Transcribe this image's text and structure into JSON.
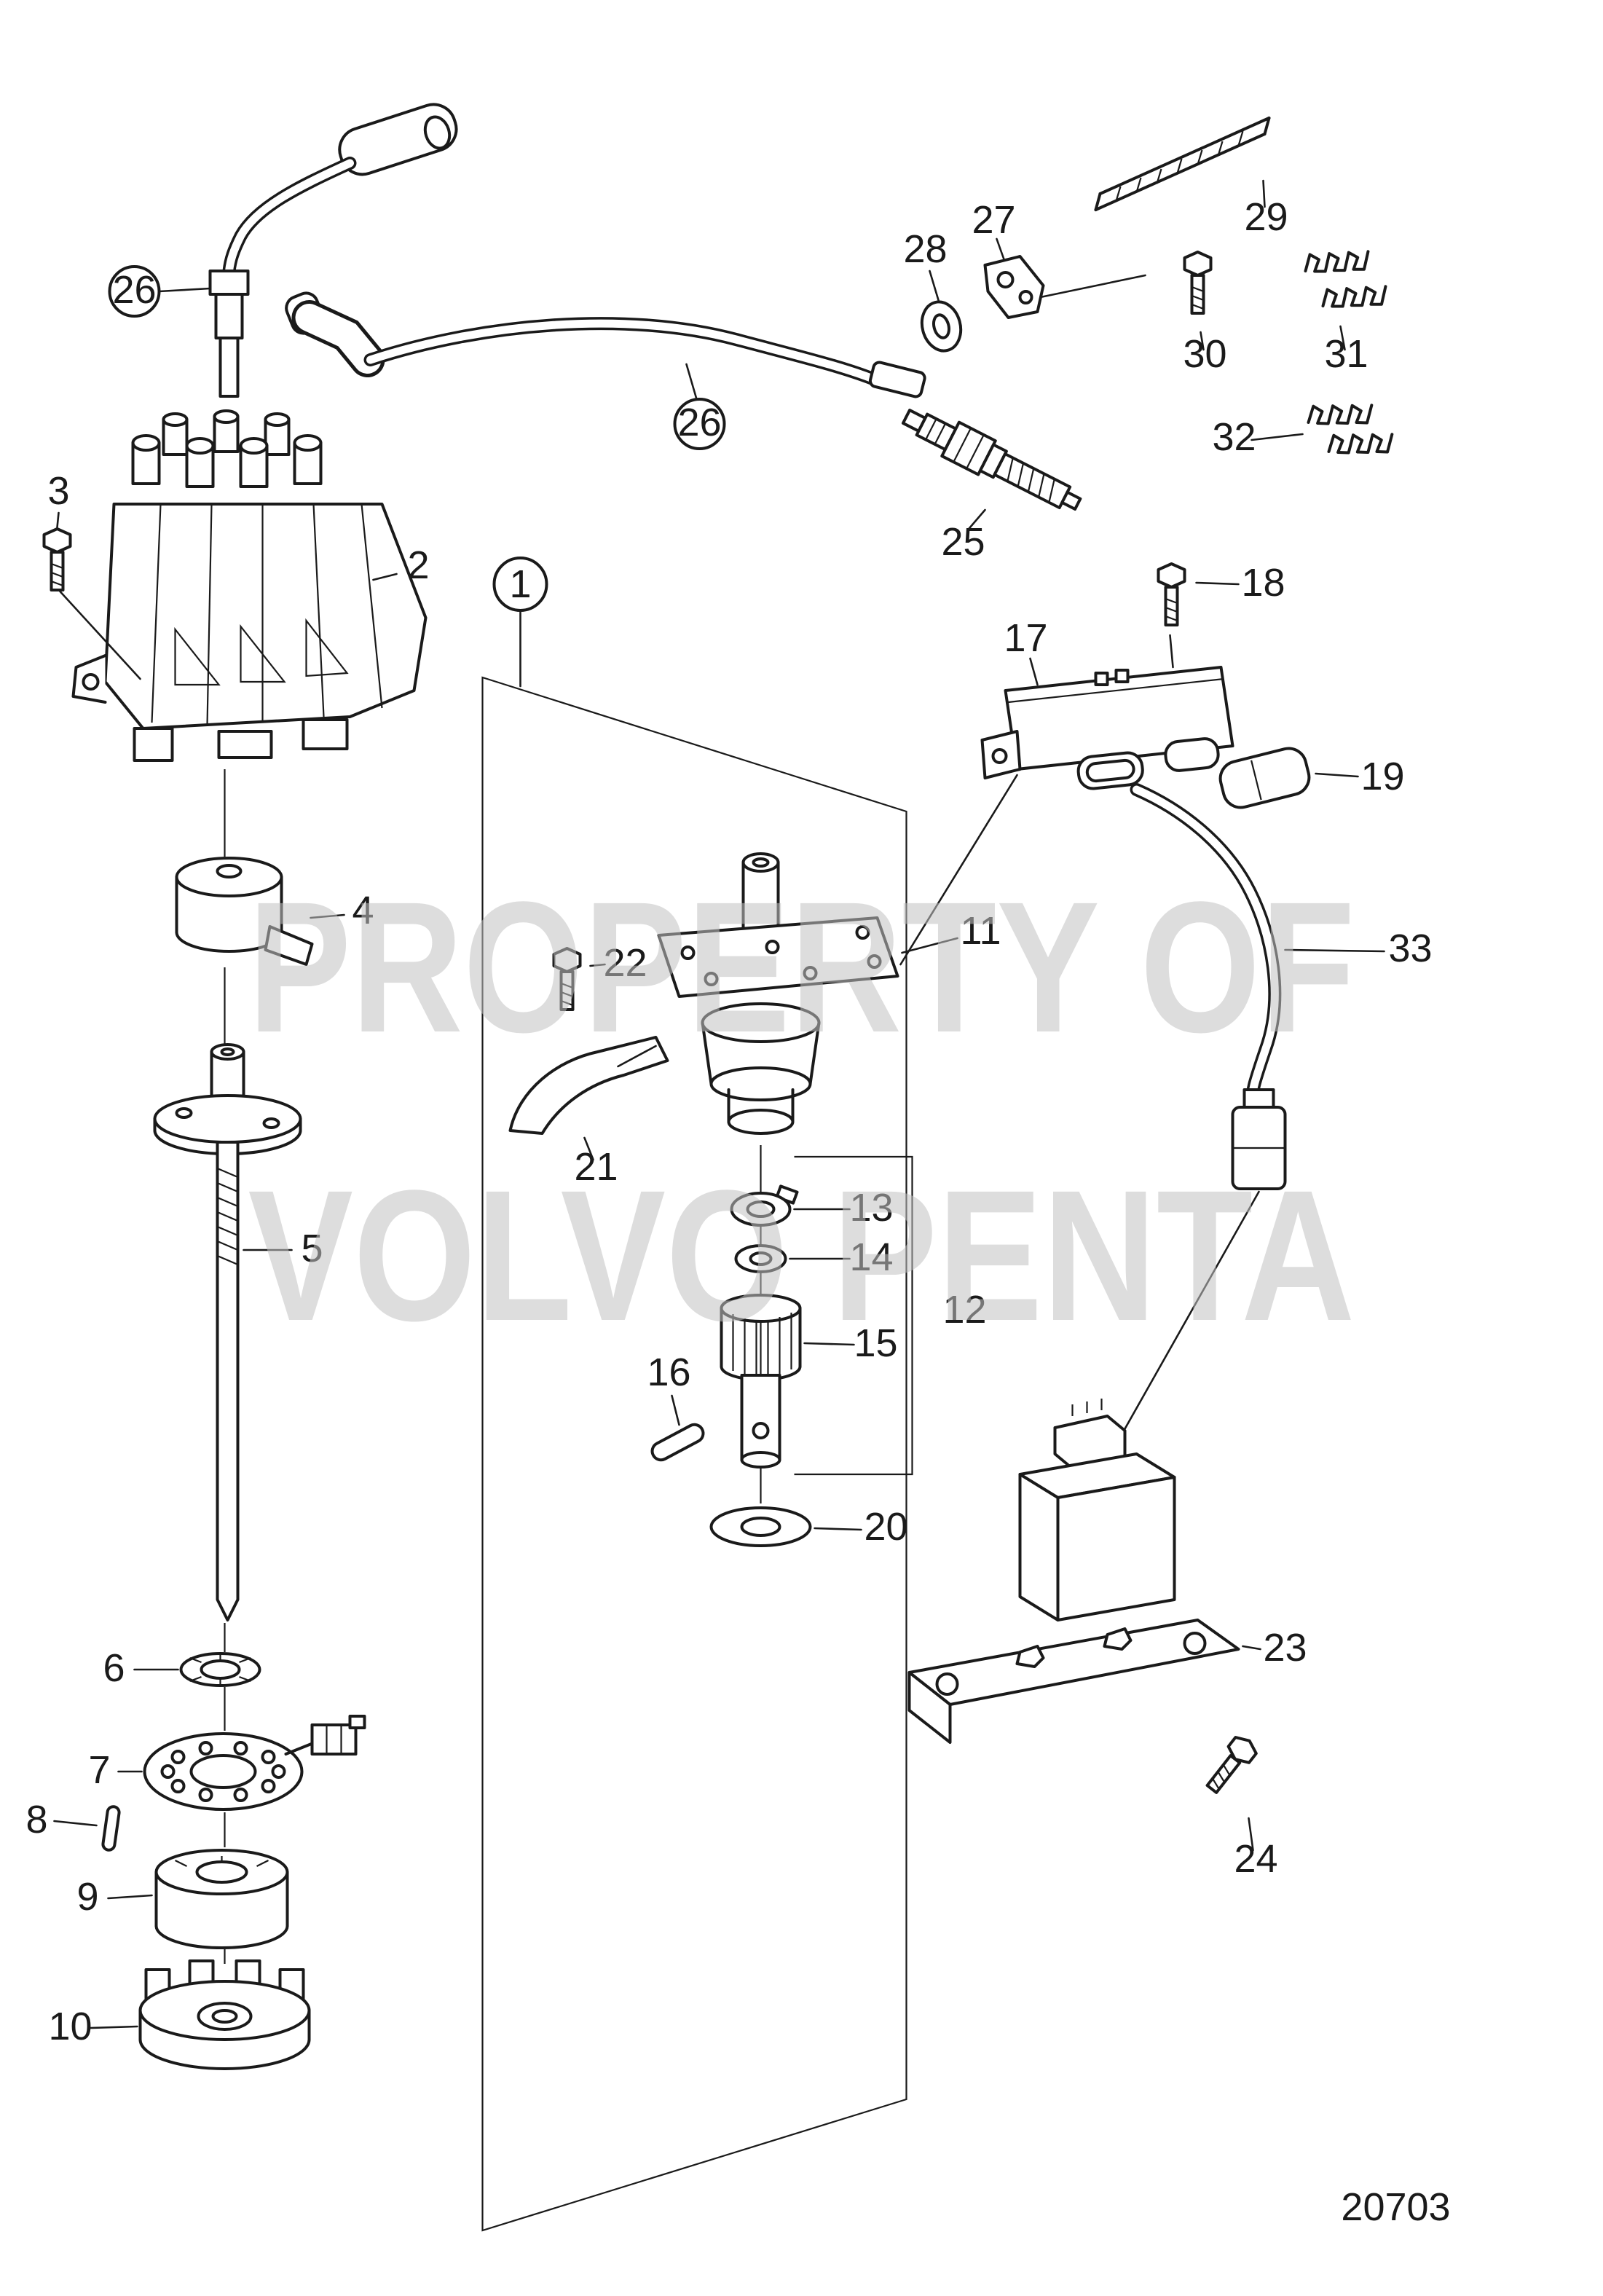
{
  "diagram": {
    "doc_number": "20703",
    "watermark": {
      "line1": "PROPERTY OF",
      "line2": "VOLVO PENTA"
    },
    "colors": {
      "line": "#1a1a1a",
      "watermark": "#c2c2c2",
      "background": "#ffffff"
    },
    "callouts": {
      "c1": "1",
      "c2": "2",
      "c3": "3",
      "c4": "4",
      "c5": "5",
      "c6": "6",
      "c7": "7",
      "c8": "8",
      "c9": "9",
      "c10": "10",
      "c11": "11",
      "c12": "12",
      "c13": "13",
      "c14": "14",
      "c15": "15",
      "c16": "16",
      "c17": "17",
      "c18": "18",
      "c19": "19",
      "c20": "20",
      "c21": "21",
      "c22": "22",
      "c23": "23",
      "c24": "24",
      "c25": "25",
      "c26": "26",
      "c27": "27",
      "c28": "28",
      "c29": "29",
      "c30": "30",
      "c31": "31",
      "c32": "32",
      "c33": "33"
    }
  }
}
